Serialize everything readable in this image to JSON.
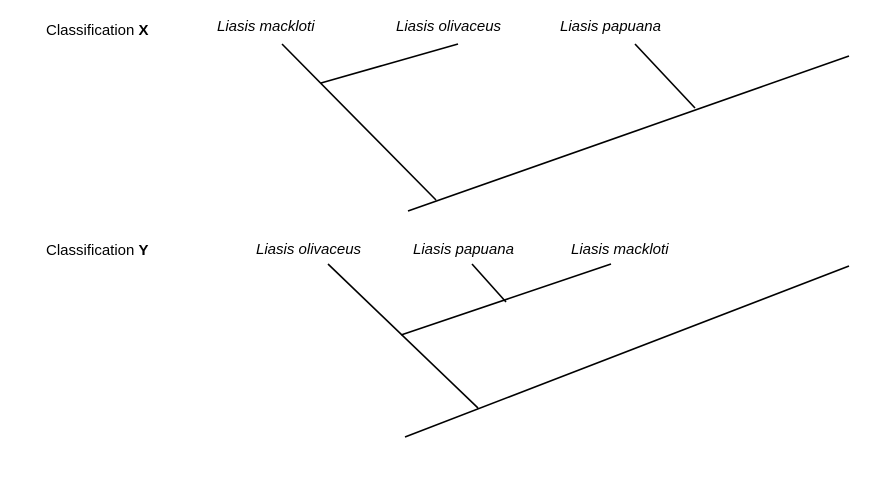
{
  "classifications": [
    {
      "prefix": "Classification",
      "letter": "X",
      "species": [
        "Liasis mackloti",
        "Liasis olivaceus",
        "Liasis papuana"
      ]
    },
    {
      "prefix": "Classification",
      "letter": "Y",
      "species": [
        "Liasis olivaceus",
        "Liasis papuana",
        "Liasis mackloti"
      ]
    }
  ]
}
